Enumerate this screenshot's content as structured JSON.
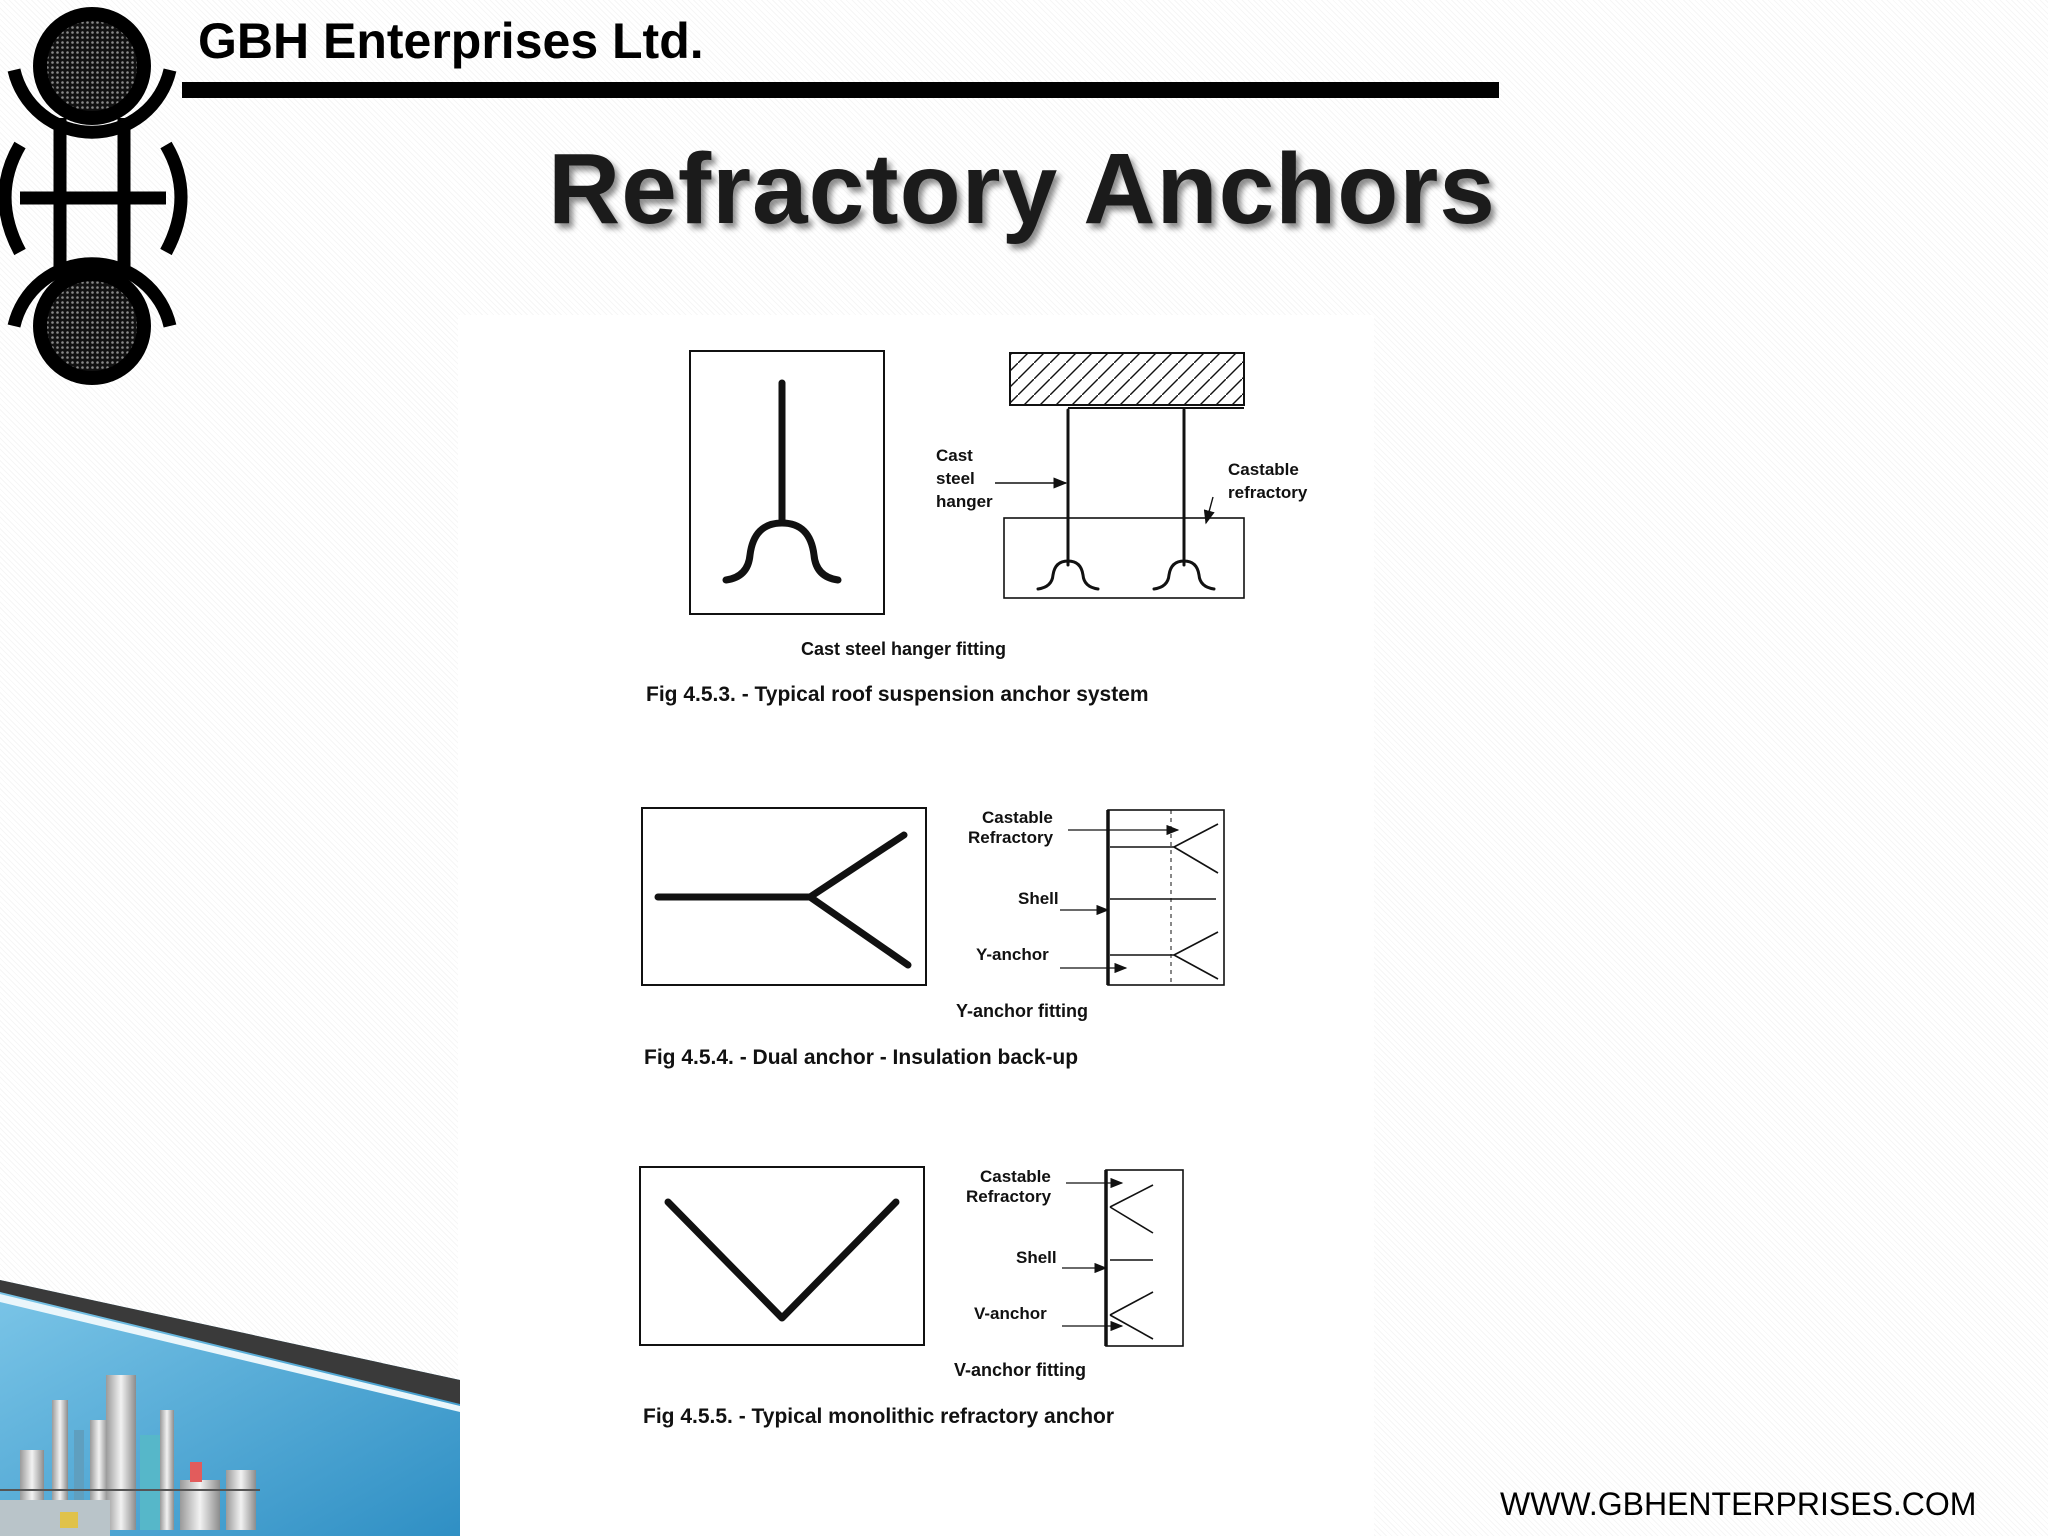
{
  "header": {
    "company": "GBH Enterprises Ltd.",
    "logo_icon": "gbh-logo-icon"
  },
  "title": "Refractory Anchors",
  "figures": [
    {
      "caption": "Fig 4.5.3.  -  Typical roof suspension anchor system",
      "fitting_label": "Cast steel hanger fitting",
      "labels": {
        "hanger": [
          "Cast",
          "steel",
          "hanger"
        ],
        "castable": [
          "Castable",
          "refractory"
        ]
      }
    },
    {
      "caption": "Fig 4.5.4.  - Dual anchor - Insulation back-up",
      "fitting_label": "Y-anchor fitting",
      "labels": {
        "castable": [
          "Castable",
          "Refractory"
        ],
        "shell": "Shell",
        "anchor": "Y-anchor"
      }
    },
    {
      "caption": "Fig 4.5.5.  -  Typical monolithic refractory anchor",
      "fitting_label": "V-anchor fitting",
      "labels": {
        "castable": [
          "Castable",
          "Refractory"
        ],
        "shell": "Shell",
        "anchor": "V-anchor"
      }
    }
  ],
  "footer": {
    "website": "WWW.GBHENTERPRISES.COM",
    "decoration_icon": "refinery-plant-icon"
  },
  "colors": {
    "accent_blue": "#4aa8d8",
    "ink": "#000000"
  }
}
